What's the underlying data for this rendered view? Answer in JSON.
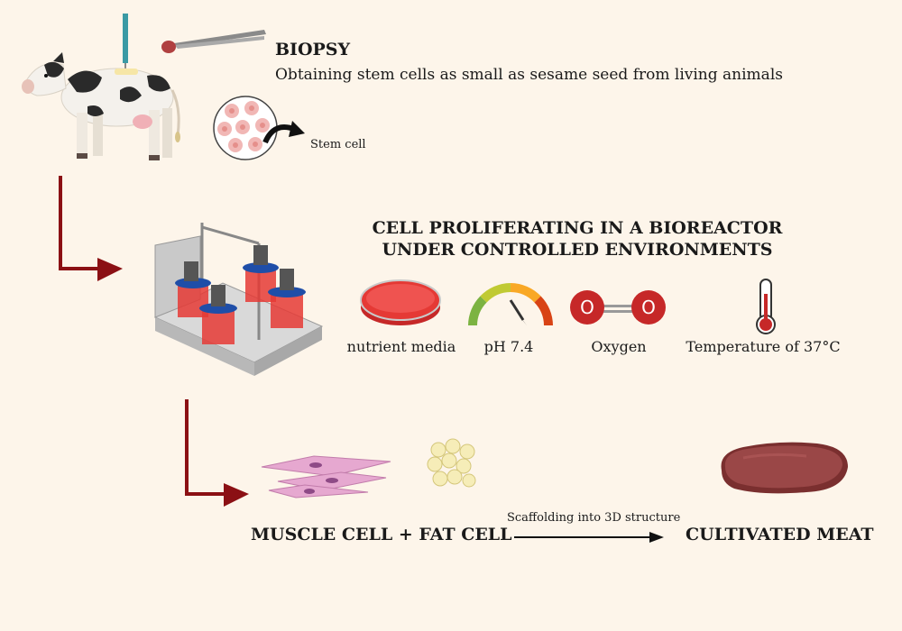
{
  "biopsy": {
    "title": "BIOPSY",
    "description": "Obtaining stem cells as small as sesame seed from living animals",
    "stem_cell_label": "Stem cell"
  },
  "bioreactor": {
    "title_line1": "CELL PROLIFERATING IN A BIOREACTOR",
    "title_line2": "UNDER CONTROLLED ENVIRONMENTS",
    "conditions": [
      {
        "label": "nutrient media",
        "icon": "petri-dish-icon"
      },
      {
        "label": "pH 7.4",
        "icon": "ph-gauge-icon"
      },
      {
        "label": "Oxygen",
        "icon": "oxygen-molecule-icon"
      },
      {
        "label": "Temperature of 37°C",
        "icon": "thermometer-icon"
      }
    ],
    "oxygen_atom_symbol": "O"
  },
  "result": {
    "cells_label": "MUSCLE CELL + FAT CELL",
    "process_label": "Scaffolding into 3D structure",
    "meat_label": "CULTIVATED MEAT"
  },
  "colors": {
    "background": "#fdf5ea",
    "flow_arrow": "#8b1014",
    "nutrient_red": "#e53935",
    "oxygen_red": "#c62828",
    "muscle_cell": "#e6a8d0",
    "fat_cell": "#f6edb8",
    "meat": "#8c3a3a"
  }
}
